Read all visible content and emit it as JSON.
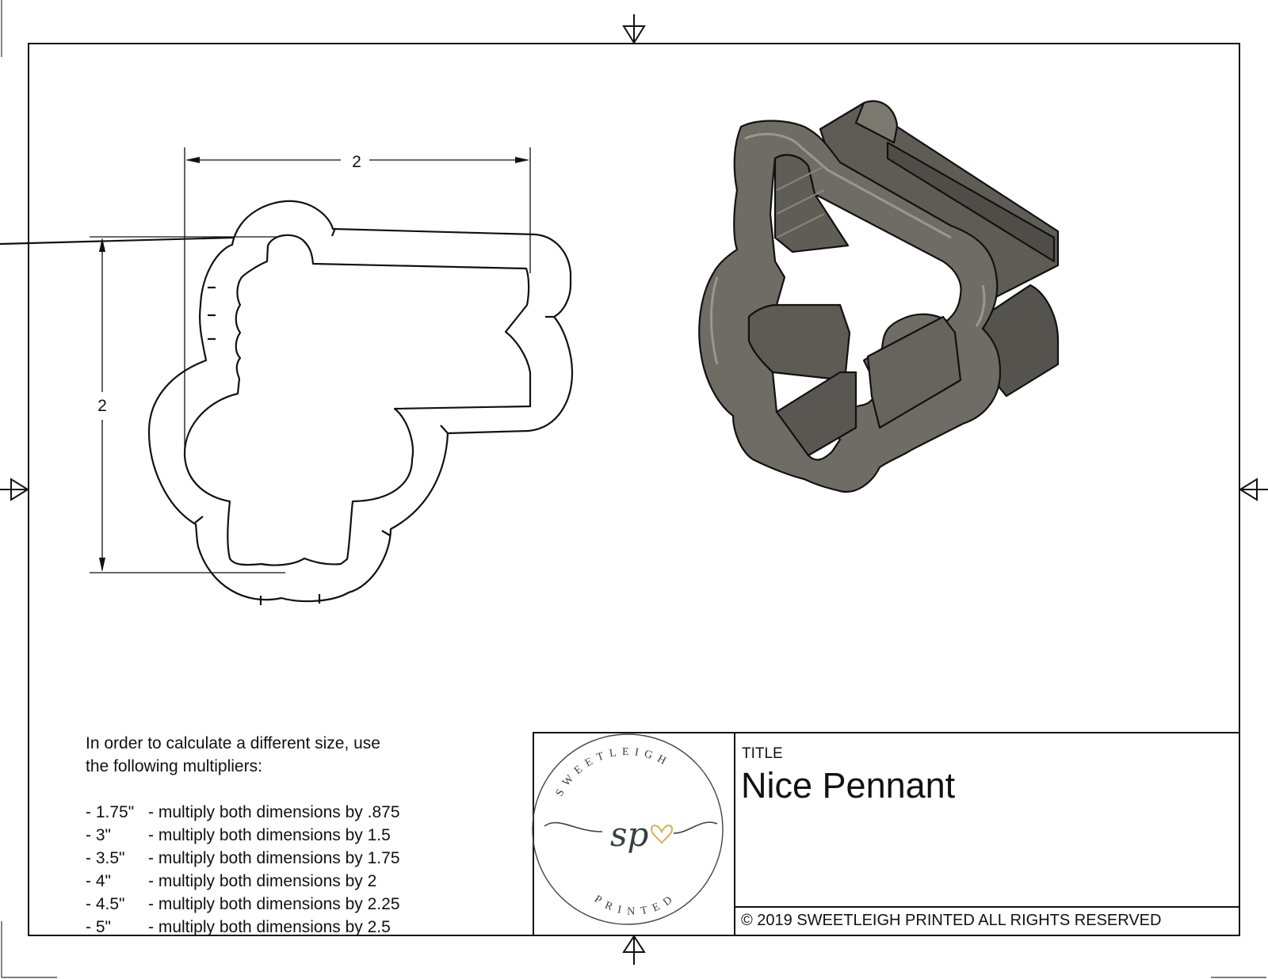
{
  "drawing": {
    "dimensions": {
      "width_label": "2",
      "height_label": "2"
    }
  },
  "notes": {
    "intro": "In order to calculate a different size, use\nthe following multipliers:",
    "multipliers": [
      {
        "size": "- 1.75\"",
        "text": "- multiply both dimensions by .875"
      },
      {
        "size": "- 3\"",
        "text": "- multiply both dimensions by 1.5"
      },
      {
        "size": "- 3.5\"",
        "text": "- multiply both dimensions by 1.75"
      },
      {
        "size": "- 4\"",
        "text": "- multiply both dimensions by 2"
      },
      {
        "size": "- 4.5\"",
        "text": "- multiply both dimensions by 2.25"
      },
      {
        "size": "- 5\"",
        "text": "- multiply both dimensions by 2.5"
      }
    ]
  },
  "title_block": {
    "logo": {
      "top_text": "SWEETLEIGH",
      "monogram": "sp",
      "bottom_text": "PRINTED",
      "heart_color": "#d4b24a",
      "ink_color": "#3a3d42"
    },
    "title_label": "TITLE",
    "title": "Nice Pennant",
    "copyright": "© 2019  SWEETLEIGH PRINTED  ALL RIGHTS RESERVED"
  },
  "colors": {
    "line": "#111111",
    "render_fill": "#6d6a63",
    "render_dark": "#4a4844",
    "render_light": "#8e8b84"
  }
}
